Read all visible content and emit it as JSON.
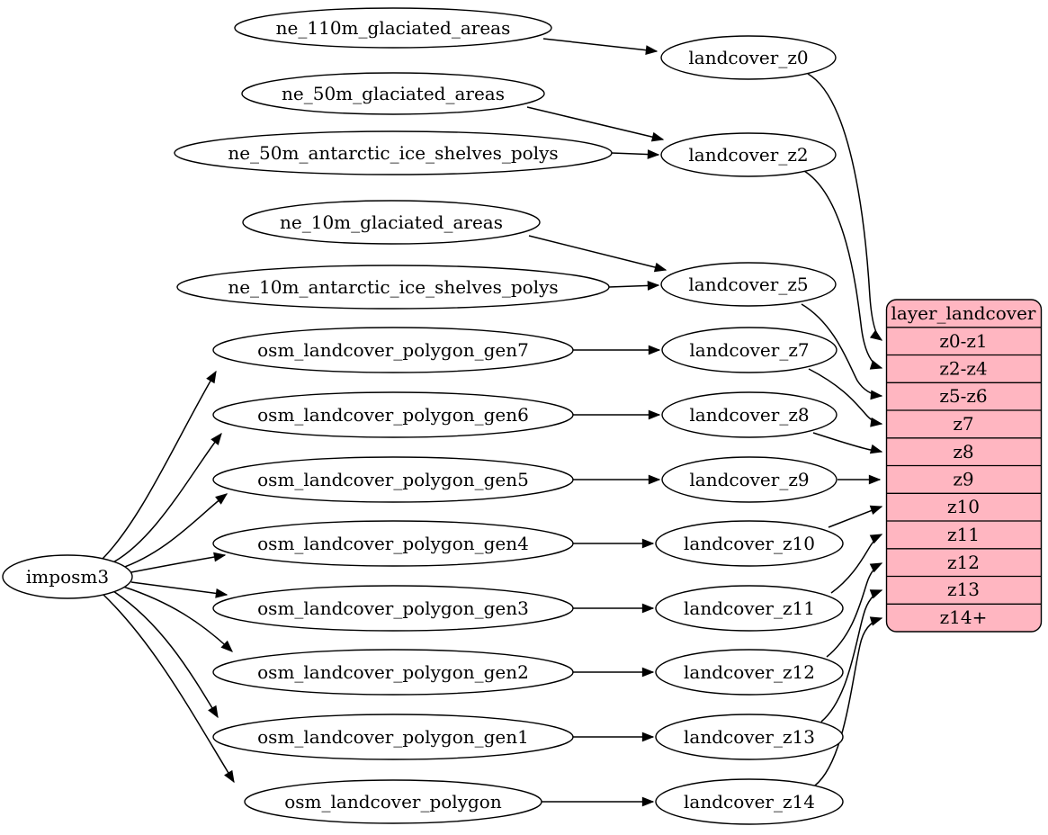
{
  "nodes": {
    "importer": "imposm3",
    "sources": [
      "ne_110m_glaciated_areas",
      "ne_50m_glaciated_areas",
      "ne_50m_antarctic_ice_shelves_polys",
      "ne_10m_glaciated_areas",
      "ne_10m_antarctic_ice_shelves_polys",
      "osm_landcover_polygon_gen7",
      "osm_landcover_polygon_gen6",
      "osm_landcover_polygon_gen5",
      "osm_landcover_polygon_gen4",
      "osm_landcover_polygon_gen3",
      "osm_landcover_polygon_gen2",
      "osm_landcover_polygon_gen1",
      "osm_landcover_polygon"
    ],
    "intermediates": [
      "landcover_z0",
      "landcover_z2",
      "landcover_z5",
      "landcover_z7",
      "landcover_z8",
      "landcover_z9",
      "landcover_z10",
      "landcover_z11",
      "landcover_z12",
      "landcover_z13",
      "landcover_z14"
    ]
  },
  "record": {
    "title": "layer_landcover",
    "rows": [
      "z0-z1",
      "z2-z4",
      "z5-z6",
      "z7",
      "z8",
      "z9",
      "z10",
      "z11",
      "z12",
      "z13",
      "z14+"
    ],
    "fill_color": "#ffb6c1"
  },
  "colors": {
    "background": "#ffffff",
    "node_fill": "#ffffff",
    "stroke": "#000000"
  },
  "edges": [
    {
      "from": "imposm3",
      "to": "osm_landcover_polygon_gen7"
    },
    {
      "from": "imposm3",
      "to": "osm_landcover_polygon_gen6"
    },
    {
      "from": "imposm3",
      "to": "osm_landcover_polygon_gen5"
    },
    {
      "from": "imposm3",
      "to": "osm_landcover_polygon_gen4"
    },
    {
      "from": "imposm3",
      "to": "osm_landcover_polygon_gen3"
    },
    {
      "from": "imposm3",
      "to": "osm_landcover_polygon_gen2"
    },
    {
      "from": "imposm3",
      "to": "osm_landcover_polygon_gen1"
    },
    {
      "from": "imposm3",
      "to": "osm_landcover_polygon"
    },
    {
      "from": "ne_110m_glaciated_areas",
      "to": "landcover_z0"
    },
    {
      "from": "ne_50m_glaciated_areas",
      "to": "landcover_z2"
    },
    {
      "from": "ne_50m_antarctic_ice_shelves_polys",
      "to": "landcover_z2"
    },
    {
      "from": "ne_10m_glaciated_areas",
      "to": "landcover_z5"
    },
    {
      "from": "ne_10m_antarctic_ice_shelves_polys",
      "to": "landcover_z5"
    },
    {
      "from": "osm_landcover_polygon_gen7",
      "to": "landcover_z7"
    },
    {
      "from": "osm_landcover_polygon_gen6",
      "to": "landcover_z8"
    },
    {
      "from": "osm_landcover_polygon_gen5",
      "to": "landcover_z9"
    },
    {
      "from": "osm_landcover_polygon_gen4",
      "to": "landcover_z10"
    },
    {
      "from": "osm_landcover_polygon_gen3",
      "to": "landcover_z11"
    },
    {
      "from": "osm_landcover_polygon_gen2",
      "to": "landcover_z12"
    },
    {
      "from": "osm_landcover_polygon_gen1",
      "to": "landcover_z13"
    },
    {
      "from": "osm_landcover_polygon",
      "to": "landcover_z14"
    },
    {
      "from": "landcover_z0",
      "to": "layer_landcover:z0-z1"
    },
    {
      "from": "landcover_z2",
      "to": "layer_landcover:z2-z4"
    },
    {
      "from": "landcover_z5",
      "to": "layer_landcover:z5-z6"
    },
    {
      "from": "landcover_z7",
      "to": "layer_landcover:z7"
    },
    {
      "from": "landcover_z8",
      "to": "layer_landcover:z8"
    },
    {
      "from": "landcover_z9",
      "to": "layer_landcover:z9"
    },
    {
      "from": "landcover_z10",
      "to": "layer_landcover:z10"
    },
    {
      "from": "landcover_z11",
      "to": "layer_landcover:z11"
    },
    {
      "from": "landcover_z12",
      "to": "layer_landcover:z12"
    },
    {
      "from": "landcover_z13",
      "to": "layer_landcover:z13"
    },
    {
      "from": "landcover_z14",
      "to": "layer_landcover:z14+"
    }
  ]
}
